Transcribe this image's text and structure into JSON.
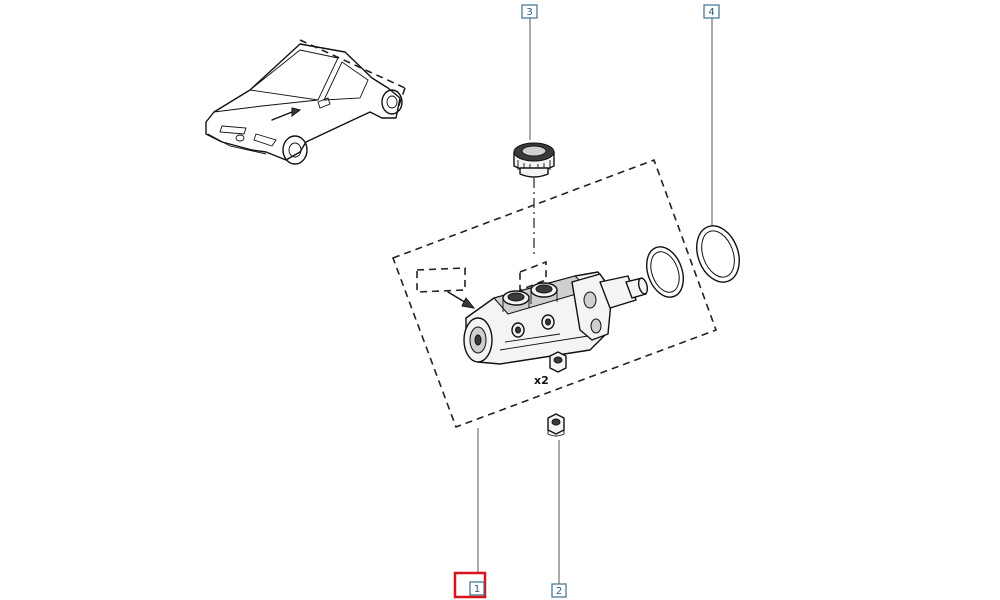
{
  "callouts": {
    "c1": {
      "label": "1",
      "highlighted": true
    },
    "c2": {
      "label": "2"
    },
    "c3": {
      "label": "3"
    },
    "c4": {
      "label": "4"
    }
  },
  "quantity_note": "x2",
  "colors": {
    "callout_border": "#3a6f8f",
    "highlight": "#d9141b",
    "line": "#111111"
  },
  "icons": [
    "car-location-icon",
    "master-cylinder-icon",
    "reservoir-plug-icon",
    "seal-ring-icon",
    "nut-icon"
  ]
}
